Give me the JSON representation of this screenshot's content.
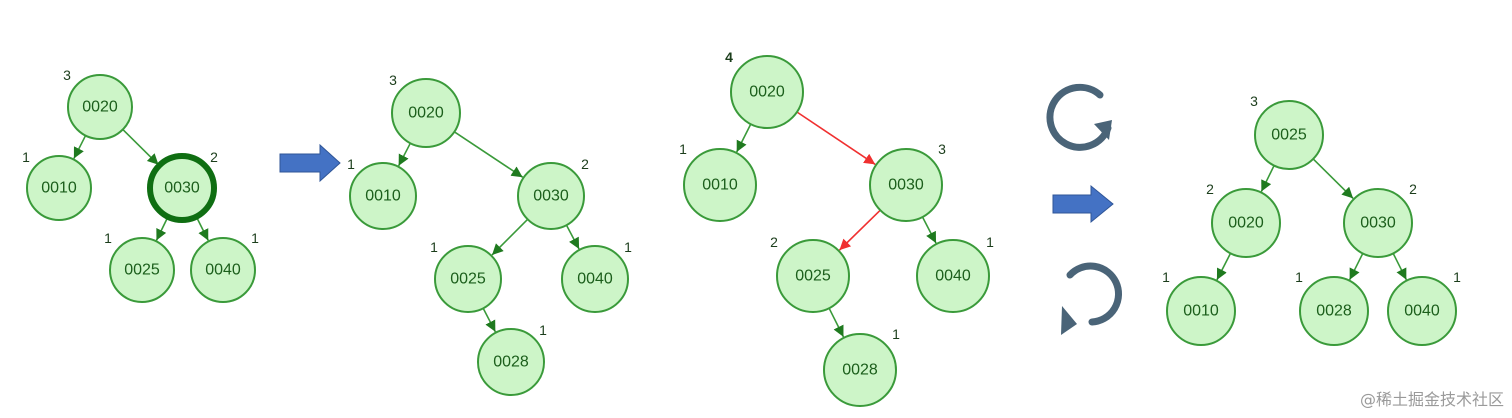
{
  "diagrams": [
    {
      "nodes": [
        {
          "id": "a20",
          "label": "0020",
          "height": "3"
        },
        {
          "id": "a10",
          "label": "0010",
          "height": "1"
        },
        {
          "id": "a30",
          "label": "0030",
          "height": "2",
          "highlight": true
        },
        {
          "id": "a25",
          "label": "0025",
          "height": "1"
        },
        {
          "id": "a40",
          "label": "0040",
          "height": "1"
        }
      ],
      "edges": [
        [
          "a20",
          "a10"
        ],
        [
          "a20",
          "a30"
        ],
        [
          "a30",
          "a25"
        ],
        [
          "a30",
          "a40"
        ]
      ]
    },
    {
      "nodes": [
        {
          "id": "b20",
          "label": "0020",
          "height": "3"
        },
        {
          "id": "b10",
          "label": "0010",
          "height": "1"
        },
        {
          "id": "b30",
          "label": "0030",
          "height": "2"
        },
        {
          "id": "b25",
          "label": "0025",
          "height": "1"
        },
        {
          "id": "b40",
          "label": "0040",
          "height": "1"
        },
        {
          "id": "b28",
          "label": "0028",
          "height": "1"
        }
      ],
      "edges": [
        [
          "b20",
          "b10"
        ],
        [
          "b20",
          "b30"
        ],
        [
          "b30",
          "b25"
        ],
        [
          "b30",
          "b40"
        ],
        [
          "b25",
          "b28"
        ]
      ]
    },
    {
      "nodes": [
        {
          "id": "c20",
          "label": "0020",
          "height": "4",
          "bold": true
        },
        {
          "id": "c10",
          "label": "0010",
          "height": "1"
        },
        {
          "id": "c30",
          "label": "0030",
          "height": "3"
        },
        {
          "id": "c25",
          "label": "0025",
          "height": "2"
        },
        {
          "id": "c40",
          "label": "0040",
          "height": "1"
        },
        {
          "id": "c28",
          "label": "0028",
          "height": "1"
        }
      ],
      "edges": [
        [
          "c20",
          "c10"
        ],
        [
          "c20",
          "c30",
          "red"
        ],
        [
          "c30",
          "c25",
          "red"
        ],
        [
          "c30",
          "c40"
        ],
        [
          "c25",
          "c28"
        ]
      ]
    },
    {
      "nodes": [
        {
          "id": "d25",
          "label": "0025",
          "height": "3"
        },
        {
          "id": "d20",
          "label": "0020",
          "height": "2"
        },
        {
          "id": "d30",
          "label": "0030",
          "height": "2"
        },
        {
          "id": "d10",
          "label": "0010",
          "height": "1"
        },
        {
          "id": "d28",
          "label": "0028",
          "height": "1"
        },
        {
          "id": "d40",
          "label": "0040",
          "height": "1"
        }
      ],
      "edges": [
        [
          "d25",
          "d20"
        ],
        [
          "d25",
          "d30"
        ],
        [
          "d20",
          "d10"
        ],
        [
          "d30",
          "d28"
        ],
        [
          "d30",
          "d40"
        ]
      ]
    }
  ],
  "icons": {
    "arrow": "right-arrow-icon",
    "rotate_cw": "rotate-clockwise-icon",
    "rotate_ccw": "rotate-counterclockwise-icon"
  },
  "colors": {
    "node_fill": "#cdf5c8",
    "node_stroke": "#3a9a3a",
    "highlight_stroke": "#0f6e12",
    "edge": "#3a9a3a",
    "edge_highlight": "#f03030",
    "arrow": "#4472c4",
    "rotate": "#4a6478"
  },
  "watermark": "@稀土掘金技术社区"
}
